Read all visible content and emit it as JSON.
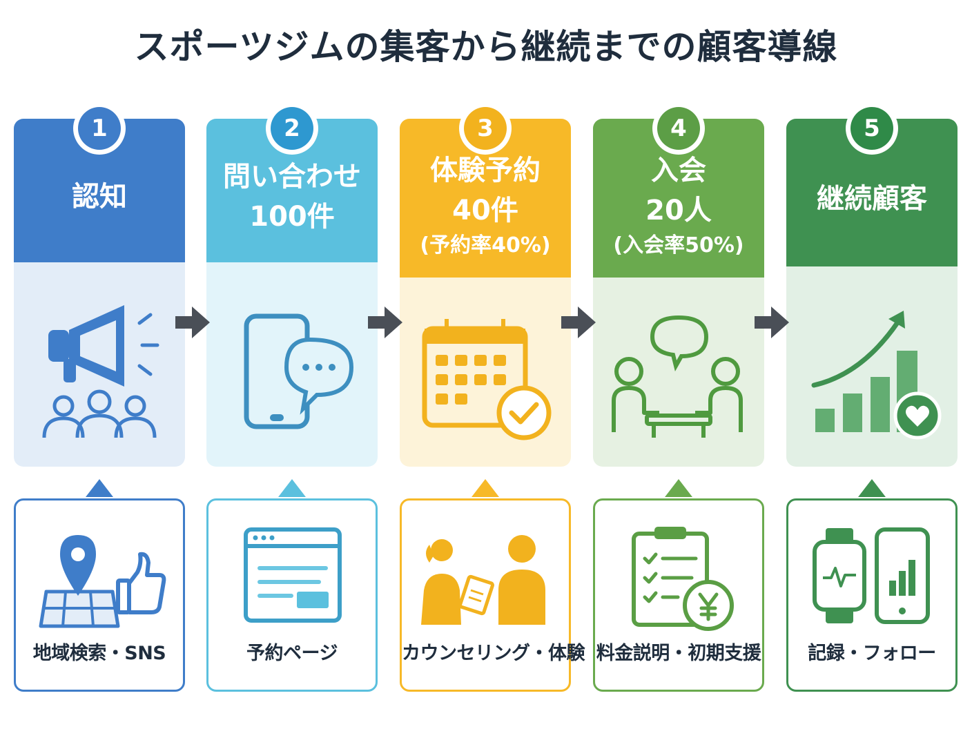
{
  "title": "スポーツジムの集客から継続までの顧客導線",
  "stages": [
    {
      "num": "1",
      "line1": "認知",
      "line2": "",
      "line3": "",
      "color": "#3f7dc9",
      "light": "#e3edf8",
      "icon": "megaphone-audience-icon",
      "card_label": "地域検索・SNS",
      "card_icon": "map-pin-thumbs-up-icon"
    },
    {
      "num": "2",
      "line1": "問い合わせ",
      "line2": "100件",
      "line3": "",
      "color": "#5bc0de",
      "light": "#e2f4fa",
      "icon": "smartphone-chat-icon",
      "card_label": "予約ページ",
      "card_icon": "web-page-icon"
    },
    {
      "num": "3",
      "line1": "体験予約",
      "line2": "40件",
      "line3": "(予約率40%)",
      "color": "#f7b928",
      "light": "#fdf3d9",
      "icon": "calendar-check-icon",
      "card_label": "カウンセリング・体験",
      "card_icon": "counseling-people-icon"
    },
    {
      "num": "4",
      "line1": "入会",
      "line2": "20人",
      "line3": "(入会率50%)",
      "color": "#6aaa4e",
      "light": "#e6f1e2",
      "icon": "meeting-table-icon",
      "card_label": "料金説明・初期支援",
      "card_icon": "checklist-yen-icon"
    },
    {
      "num": "5",
      "line1": "継続顧客",
      "line2": "",
      "line3": "",
      "color": "#3f9151",
      "light": "#e2f0e5",
      "icon": "growth-chart-heart-icon",
      "card_label": "記録・フォロー",
      "card_icon": "smartwatch-phone-icon"
    }
  ]
}
